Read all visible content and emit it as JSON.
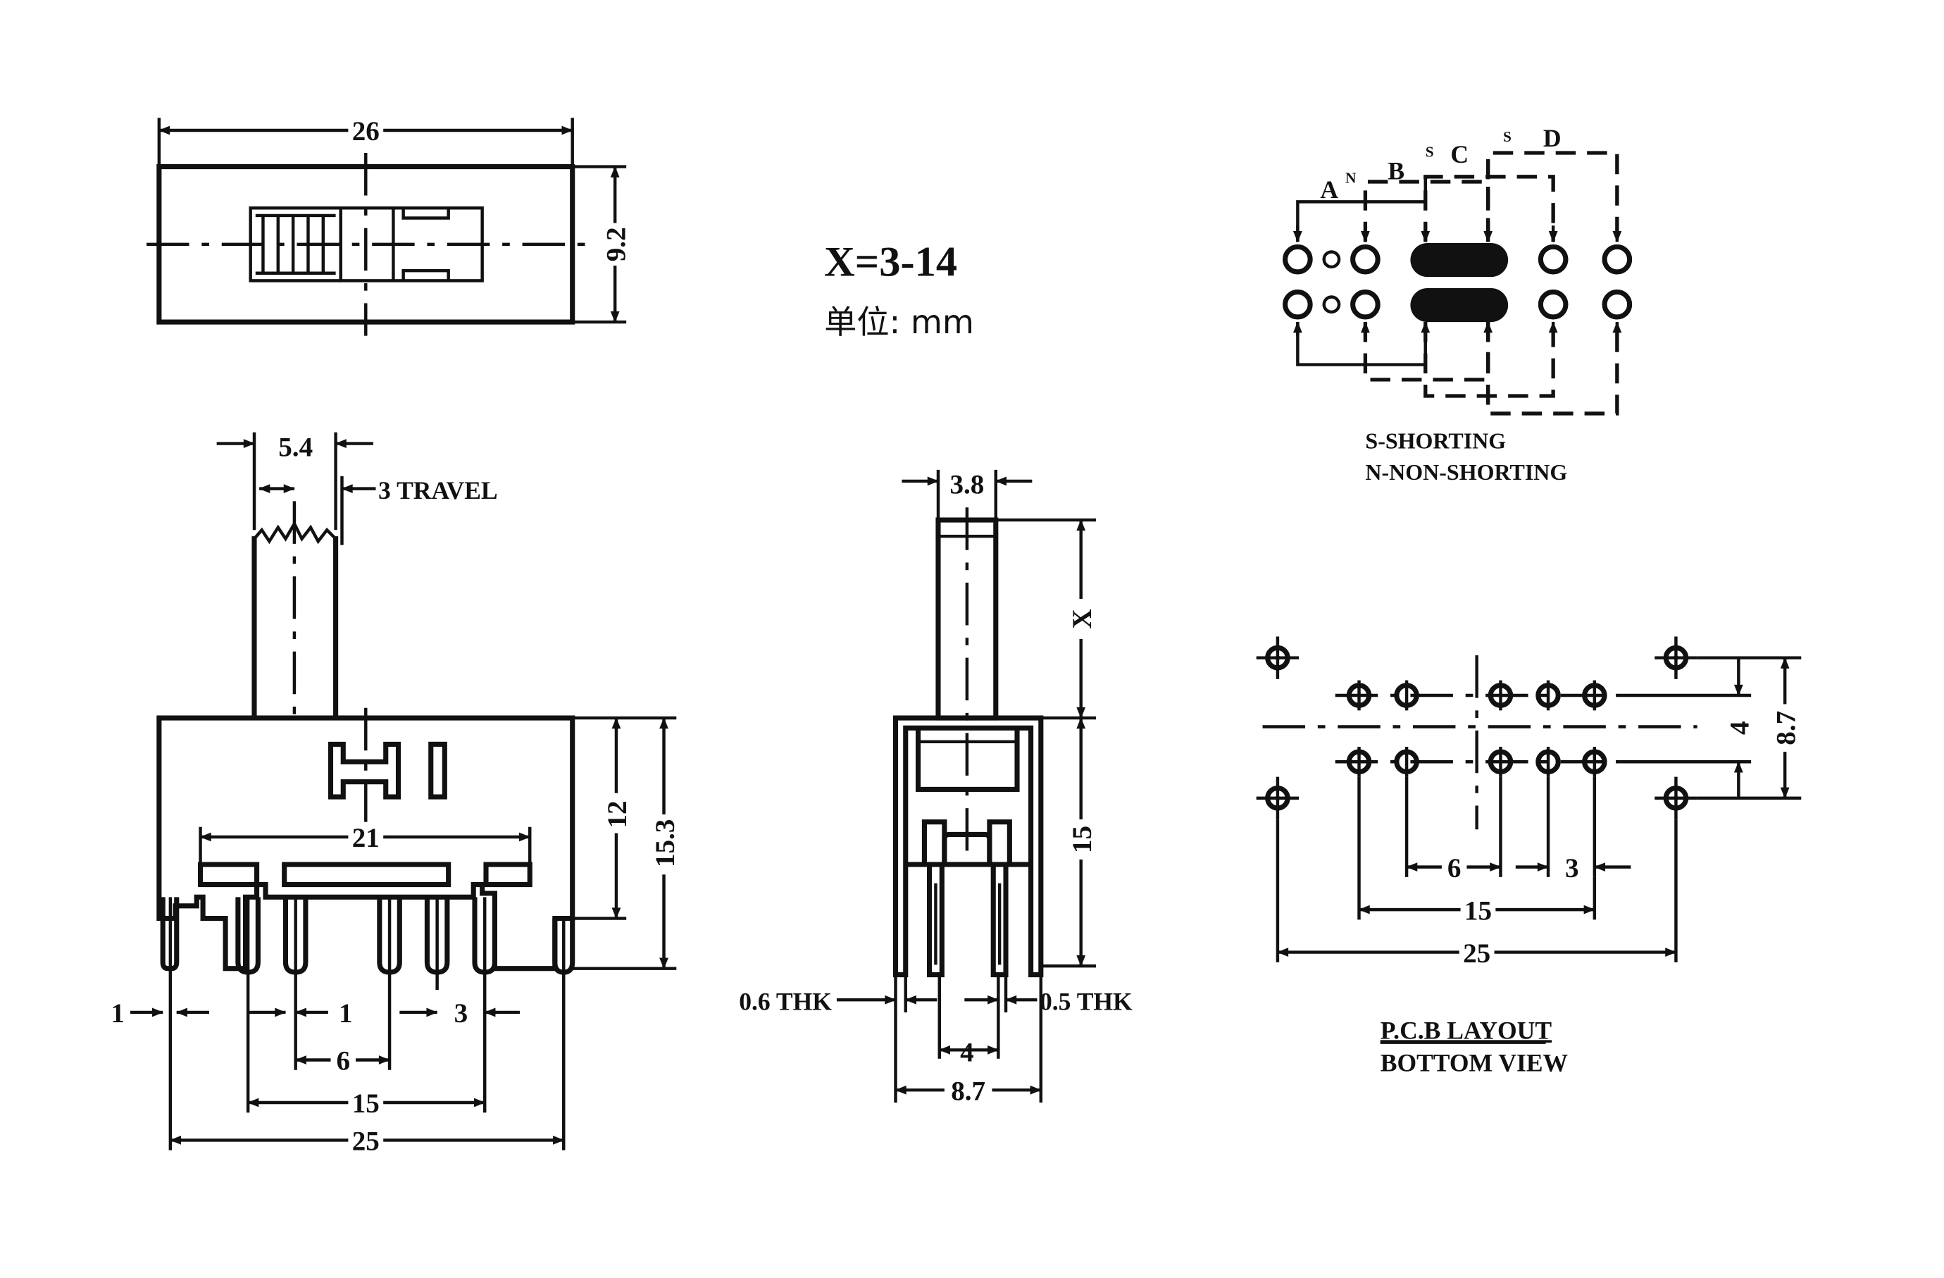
{
  "top_view": {
    "dim_width": "26",
    "dim_height": "9.2"
  },
  "notes": {
    "x_range": "X=3-14",
    "unit": "单位: mm"
  },
  "schematic": {
    "labels": {
      "A": "A",
      "B": "B",
      "C": "C",
      "D": "D",
      "n": "N",
      "s1": "S",
      "s2": "S"
    },
    "legend_s": "S-SHORTING",
    "legend_n": "N-NON-SHORTING"
  },
  "front_view": {
    "dim_actuator": "5.4",
    "dim_travel": "3 TRAVEL",
    "dim_body_height": "12",
    "dim_total_height": "15.3",
    "dim_lug_span": "21",
    "dim_lug_width": "1",
    "dim_pin_width": "1",
    "dim_pin_pitch": "3",
    "dim_pin_6": "6",
    "dim_pin_15": "15",
    "dim_overall": "25"
  },
  "side_view": {
    "dim_actuator": "3.8",
    "dim_x": "X",
    "dim_height": "15",
    "thk_left": "0.6 THK",
    "thk_right": "0.5 THK",
    "dim_pin_span": "4",
    "dim_width": "8.7"
  },
  "pcb_layout": {
    "dim_row": "4",
    "dim_lug_row": "8.7",
    "dim_6": "6",
    "dim_3": "3",
    "dim_15": "15",
    "dim_25": "25",
    "title": "P.C.B LAYOUT",
    "subtitle": "BOTTOM VIEW"
  }
}
